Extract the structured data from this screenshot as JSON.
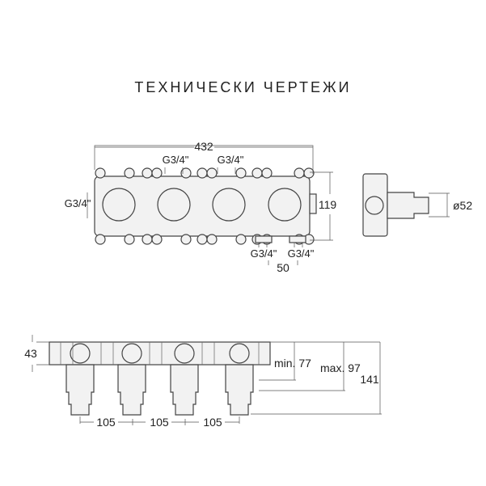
{
  "title": "ТЕХНИЧЕСКИ ЧЕРТЕЖИ",
  "top_view": {
    "width_dim": "432",
    "height_dim": "119",
    "thread_top_1": "G3/4\"",
    "thread_top_2": "G3/4\"",
    "thread_left": "G3/4\"",
    "thread_bottom_1": "G3/4\"",
    "thread_bottom_2": "G3/4\"",
    "spacing_dim": "50"
  },
  "side_view": {
    "diameter_dim": "ø52"
  },
  "front_view": {
    "depth_dim": "43",
    "min_dim": "min. 77",
    "max_dim": "max. 97",
    "total_dim": "141",
    "spacing_1": "105",
    "spacing_2": "105",
    "spacing_3": "105"
  }
}
